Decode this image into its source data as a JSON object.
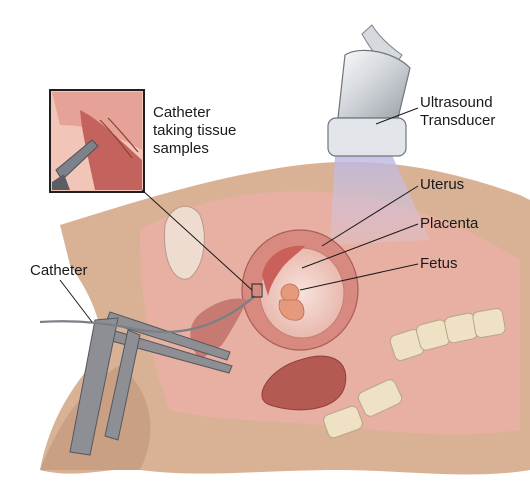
{
  "labels": {
    "ultrasound_transducer": "Ultrasound\nTransducer",
    "catheter_sampling": "Catheter\ntaking tissue\nsamples",
    "uterus": "Uterus",
    "placenta": "Placenta",
    "fetus": "Fetus",
    "catheter": "Catheter"
  },
  "colors": {
    "skin": "#d9b296",
    "skin_dark": "#c59878",
    "tissue_pink": "#e7a9a0",
    "uterus_wall": "#d88a80",
    "amniotic": "#f3d4cc",
    "placenta": "#c9615a",
    "fetus": "#e59a7e",
    "bone": "#efe2c4",
    "speculum": "#8d8f95",
    "ultrasound_beam": "#c9c3e6"
  }
}
